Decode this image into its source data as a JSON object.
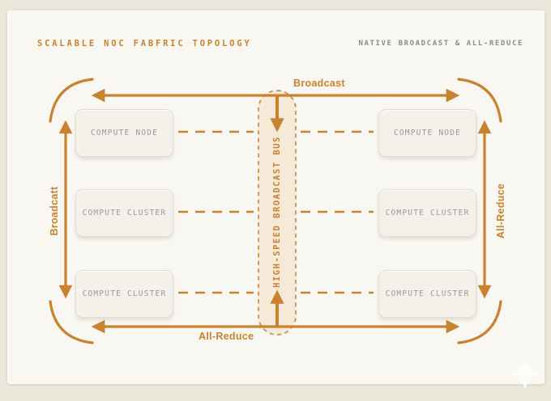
{
  "header": {
    "title": "SCALABLE NOC FABFRIC TOPOLOGY",
    "subtitle": "NATIVE BROADCAST & ALL-REDUCE"
  },
  "colors": {
    "accent": "#c9822f",
    "background": "#ece7db",
    "card": "#f9f7f1",
    "node_fill": "#f4f1eb",
    "node_border": "#e1ddd3",
    "node_text": "#9c9a95",
    "muted_text": "#8f8d87",
    "bus_fill": "rgba(224,150,70,0.16)"
  },
  "diagram": {
    "bus_label": "HIGH-SPEED BROADCAST BUS",
    "edge_labels": {
      "top": "Broadcast",
      "bottom": "All-Reduce",
      "left": "Broadcatt",
      "right": "All-Reduce"
    },
    "left_nodes": [
      "COMPUTE NODE",
      "COMPUTE CLUSTER",
      "COMPUTE CLUSTER"
    ],
    "right_nodes": [
      "COMPUTE NODE",
      "COMPUTE CLUSTER",
      "COMPUTE CLUSTER"
    ],
    "icons": {
      "watermark": "sparkle-icon"
    }
  }
}
